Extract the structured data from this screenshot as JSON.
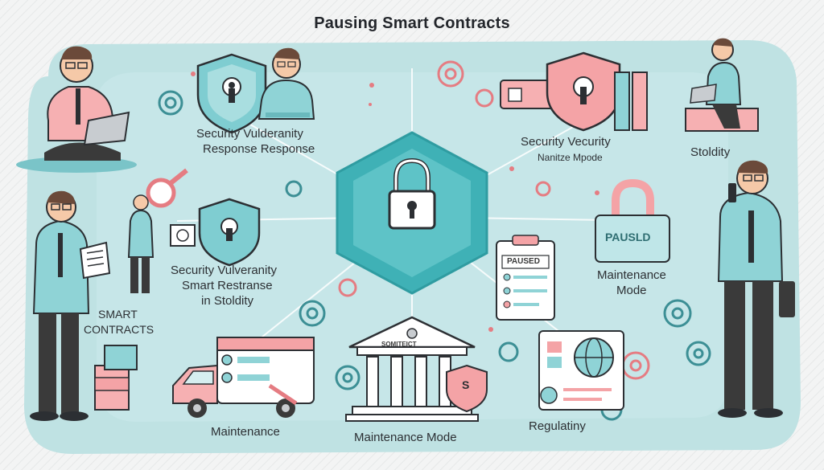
{
  "title": "Pausing Smart Contracts",
  "labels": {
    "sec_top_line1": "Security Vulderanity",
    "sec_top_line2": "Response Response",
    "sec_right_line1": "Security Vecurity",
    "sec_right_line2": "Nanitze Mpode",
    "solidity_right": "Stoldity",
    "sec_mid_line1": "Security Vulveranity",
    "sec_mid_line2": "Smart Restranse",
    "sec_mid_line3": "in Stoldity",
    "smart_contracts_line1": "SMART",
    "smart_contracts_line2": "CONTRACTS",
    "maintenance_mode_right_line1": "Maintenance",
    "maintenance_mode_right_line2": "Mode",
    "maintenance_left": "Maintenance",
    "maintenance_mode_bottom": "Maintenance Mode",
    "regulatiny": "Regulatiny",
    "paused_badge": "PAUSLD",
    "paused_doc": "PAUSED",
    "bank_sign": "SOMITEICT",
    "coin_letter": "S"
  },
  "colors": {
    "teal": "#7dc9cd",
    "teal_dark": "#2f9ca1",
    "pink": "#f4a3a6",
    "pink_dark": "#e57c82",
    "bg_blob": "#b9e0e2",
    "ink": "#2c2f33"
  }
}
